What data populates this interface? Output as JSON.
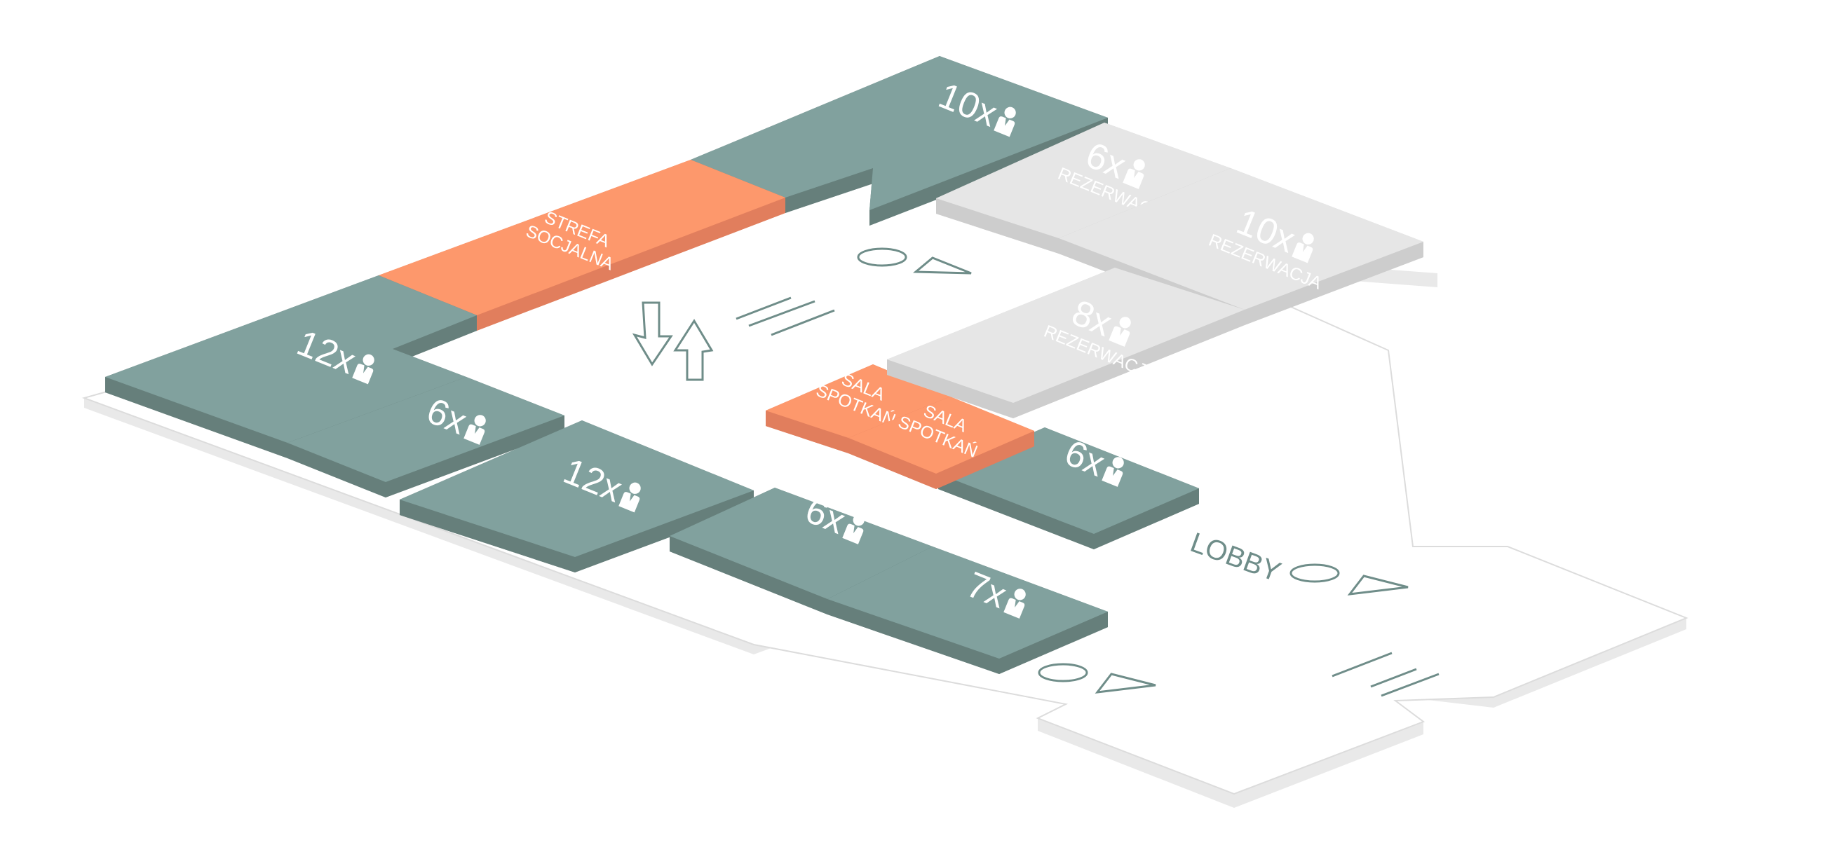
{
  "colors": {
    "available_top": "#81a19e",
    "available_side": "#667f7b",
    "social_top": "#fd986c",
    "social_side": "#e17e5d",
    "reserved_top": "#e6e6e6",
    "reserved_side": "#cdcdcd",
    "floor": "#ffffff",
    "floor_side": "#e9e9e9",
    "outline": "#6f8d89"
  },
  "zones": [
    {
      "id": "room-10-top",
      "count": "10x",
      "status": "available"
    },
    {
      "id": "social-zone",
      "label1": "STREFA",
      "label2": "SOCJALNA",
      "status": "social"
    },
    {
      "id": "room-12-left",
      "count": "12x",
      "status": "available"
    },
    {
      "id": "room-6-left",
      "count": "6x",
      "status": "available"
    },
    {
      "id": "room-12-mid",
      "count": "12x",
      "status": "available"
    },
    {
      "id": "room-6-bottom",
      "count": "6x",
      "status": "available"
    },
    {
      "id": "room-7-bottom",
      "count": "7x",
      "status": "available"
    },
    {
      "id": "room-6-right",
      "count": "6x",
      "status": "available"
    },
    {
      "id": "meeting-1",
      "label1": "SALA",
      "label2": "SPOTKAŃ",
      "status": "social"
    },
    {
      "id": "meeting-2",
      "label1": "SALA",
      "label2": "SPOTKAŃ",
      "status": "social"
    },
    {
      "id": "reserved-6",
      "count": "6x",
      "note": "REZERWACJA",
      "status": "reserved"
    },
    {
      "id": "reserved-10",
      "count": "10x",
      "note": "REZERWACJA",
      "status": "reserved"
    },
    {
      "id": "reserved-8",
      "count": "8x",
      "note": "REZERWACJA",
      "status": "reserved"
    }
  ],
  "lobby": {
    "label": "LOBBY"
  },
  "icons": [
    "person-icon",
    "toilet-icon",
    "elevator-arrows-icon",
    "stairs-icon"
  ]
}
